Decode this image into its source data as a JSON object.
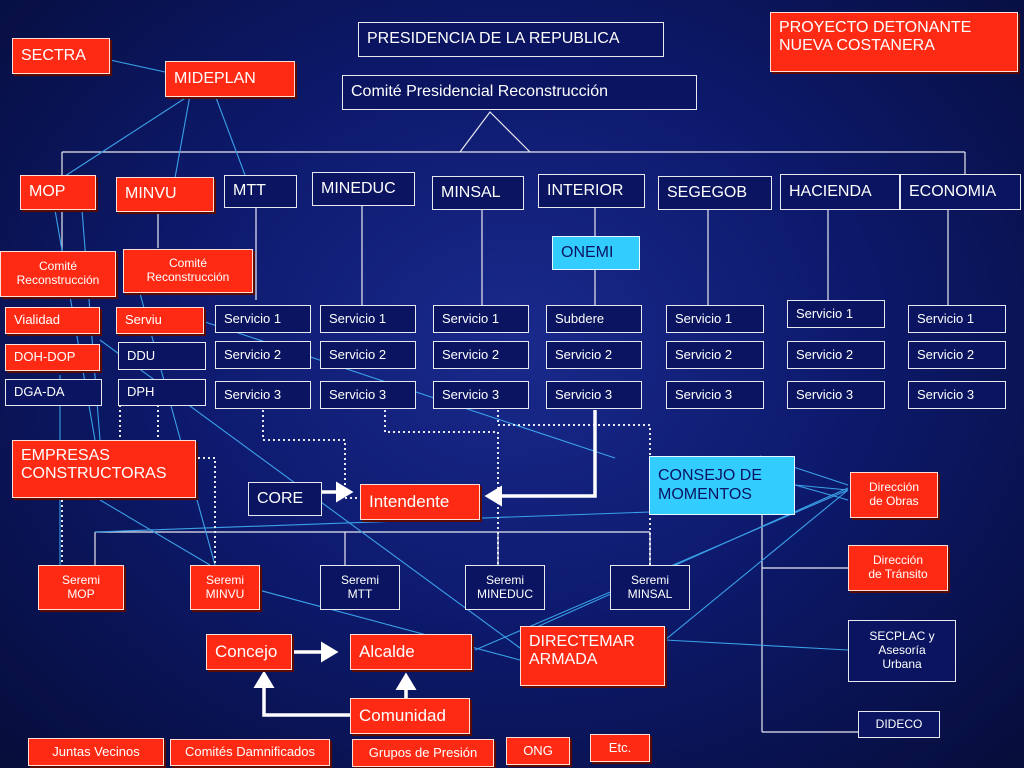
{
  "title": "PRESIDENCIA DE LA REPUBLICA",
  "committee": "Comité Presidencial Reconstrucción",
  "project": "PROYECTO DETONANTE\nNUEVA COSTANERA",
  "sectra": "SECTRA",
  "mideplan": "MIDEPLAN",
  "ministries": {
    "mop": "MOP",
    "minvu": "MINVU",
    "mtt": "MTT",
    "mineduc": "MINEDUC",
    "minsal": "MINSAL",
    "interior": "INTERIOR",
    "segegob": "SEGEGOB",
    "hacienda": "HACIENDA",
    "economia": "ECONOMIA"
  },
  "onemi": "ONEMI",
  "comite_mop": "Comité\nReconstrucción",
  "comite_minvu": "Comité\nReconstrucción",
  "mop_units": [
    "Vialidad",
    "DOH-DOP",
    "DGA-DA"
  ],
  "minvu_units": [
    "Serviu",
    "DDU",
    "DPH"
  ],
  "servicio_1": "Servicio 1",
  "servicio_2": "Servicio 2",
  "servicio_3": "Servicio 3",
  "subdere": "Subdere",
  "empresas": "EMPRESAS\nCONSTRUCTORAS",
  "core": "CORE",
  "intendente": "Intendente",
  "consejo": "CONSEJO DE\nMOMENTOS",
  "direccion_obras": "Dirección\nde Obras",
  "direccion_transito": "Dirección\nde Tránsito",
  "secplac": "SECPLAC y\nAsesoría\nUrbana",
  "dideco": "DIDECO",
  "seremis": [
    "Seremi\nMOP",
    "Seremi\nMINVU",
    "Seremi\nMTT",
    "Seremi\nMINEDUC",
    "Seremi\nMINSAL"
  ],
  "concejo": "Concejo",
  "alcalde": "Alcalde",
  "directemar": "DIRECTEMAR\nARMADA",
  "comunidad": "Comunidad",
  "bottom": [
    "Juntas Vecinos",
    "Comités Damnificados",
    "Grupos de Presión",
    "ONG",
    "Etc."
  ],
  "colors": {
    "accent_red": "#ff2a14",
    "accent_cyan": "#33ccff",
    "background": "#0d1a6e"
  }
}
